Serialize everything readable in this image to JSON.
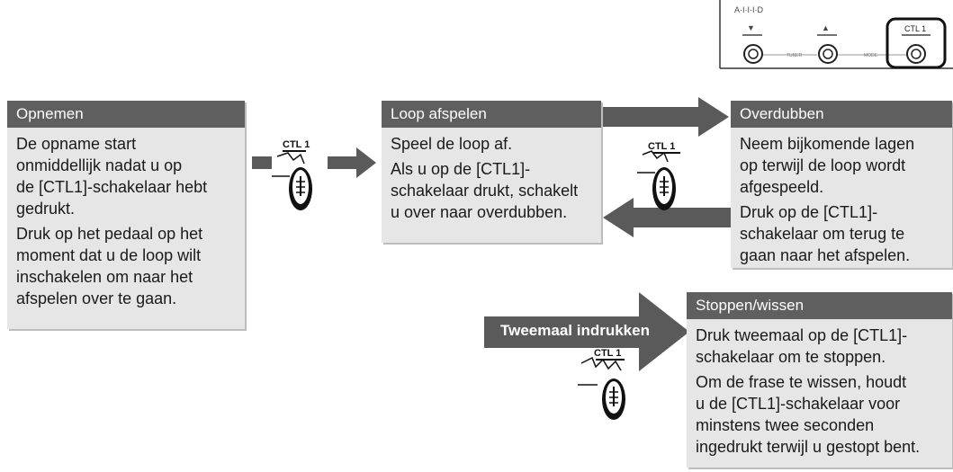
{
  "pedalboard": {
    "top_label": "A·I·I·I·D",
    "tuner_label": "TUNER",
    "mode_label": "MODE",
    "ctl_label": "CTL 1"
  },
  "boxes": {
    "record": {
      "title": "Opnemen",
      "p1": "De opname start\nonmiddellijk nadat u op\nde [CTL1]-schakelaar hebt\ngedrukt.",
      "p2": "Druk op het pedaal op het\nmoment dat u de loop wilt\ninschakelen om naar het\nafspelen over te gaan."
    },
    "play": {
      "title": "Loop afspelen",
      "p1": "Speel de loop af.",
      "p2": "Als u op de [CTL1]-\nschakelaar drukt, schakelt\nu over naar overdubben."
    },
    "overdub": {
      "title": "Overdubben",
      "p1": "Neem bijkomende lagen\nop terwijl de loop wordt\nafgespeeld.",
      "p2": "Druk op de [CTL1]-\nschakelaar om terug te\ngaan naar het afspelen."
    },
    "stop": {
      "title": "Stoppen/wissen",
      "p1": "Druk tweemaal op de [CTL1]-\nschakelaar om te stoppen.",
      "p2": "Om de frase te wissen, houdt\nu de [CTL1]-schakelaar voor\nminstens twee seconden\ningedrukt terwijl u gestopt bent."
    }
  },
  "pedal_icons": {
    "label": "CTL 1"
  },
  "double_press_label": "Tweemaal indrukken",
  "colors": {
    "header_bg": "#5f5f5f",
    "box_bg": "#e6e6e6",
    "arrow": "#5a5a5a"
  }
}
